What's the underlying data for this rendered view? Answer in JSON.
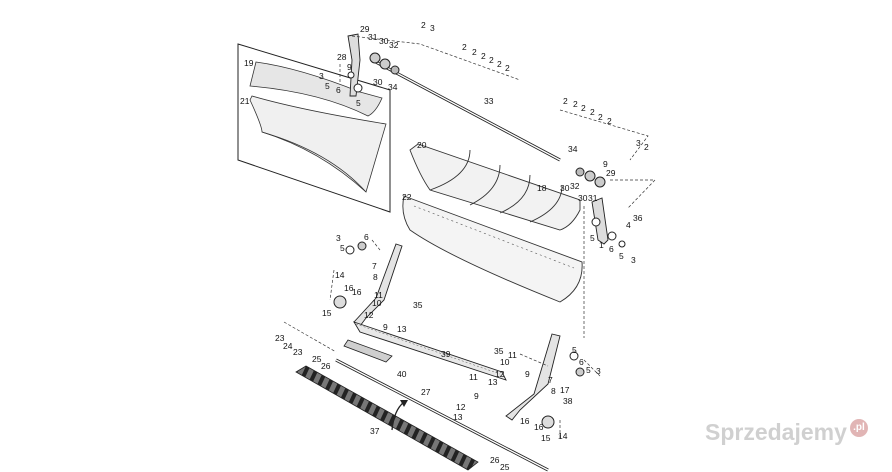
{
  "watermark": {
    "text": "Sprzedajemy",
    "badge": ".pl"
  },
  "labels": {
    "l2a": "2",
    "l3a": "3",
    "l29a": "29",
    "l31a": "31",
    "l30a": "30",
    "l32a": "32",
    "l28": "28",
    "l9a": "9",
    "l34a": "34",
    "l30b": "30",
    "l3b": "3",
    "l5a": "5",
    "l6a": "6",
    "l5b": "5",
    "l19": "19",
    "l21": "21",
    "l2b": "2",
    "l2c": "2",
    "l2d": "2",
    "l2e": "2",
    "l2f": "2",
    "l2g": "2",
    "l33": "33",
    "l2h": "2",
    "l2i": "2",
    "l2j": "2",
    "l2k": "2",
    "l2l": "2",
    "l2m": "2",
    "l3c": "3",
    "l2n": "2",
    "l20": "20",
    "l34b": "34",
    "l9b": "9",
    "l29b": "29",
    "l32b": "32",
    "l30c": "30",
    "l31b": "31",
    "l30d": "30",
    "l18": "18",
    "l22": "22",
    "l36": "36",
    "l4": "4",
    "l5c": "5",
    "l1": "1",
    "l6b": "6",
    "l5d": "5",
    "l3d": "3",
    "l6c": "6",
    "l5e": "5",
    "l3e": "3",
    "l7a": "7",
    "l14a": "14",
    "l8a": "8",
    "l16a": "16",
    "l16b": "16",
    "l11a": "11",
    "l10a": "10",
    "l35a": "35",
    "l12a": "12",
    "l15a": "15",
    "l9c": "9",
    "l13a": "13",
    "l23a": "23",
    "l24": "24",
    "l23b": "23",
    "l25a": "25",
    "l26a": "26",
    "l39": "39",
    "l40": "40",
    "l35b": "35",
    "l11b": "11",
    "l10b": "10",
    "l12b": "12",
    "l11c": "11",
    "l9d": "9",
    "l13b": "13",
    "l27": "27",
    "l9e": "9",
    "l5f": "5",
    "l6d": "6",
    "l5g": "5",
    "l3f": "3",
    "l7b": "7",
    "l17": "17",
    "l8b": "8",
    "l38": "38",
    "l12c": "12",
    "l13c": "13",
    "l16c": "16",
    "l16d": "16",
    "l15b": "15",
    "l14b": "14",
    "l37": "37",
    "l26b": "26",
    "l25b": "25"
  }
}
